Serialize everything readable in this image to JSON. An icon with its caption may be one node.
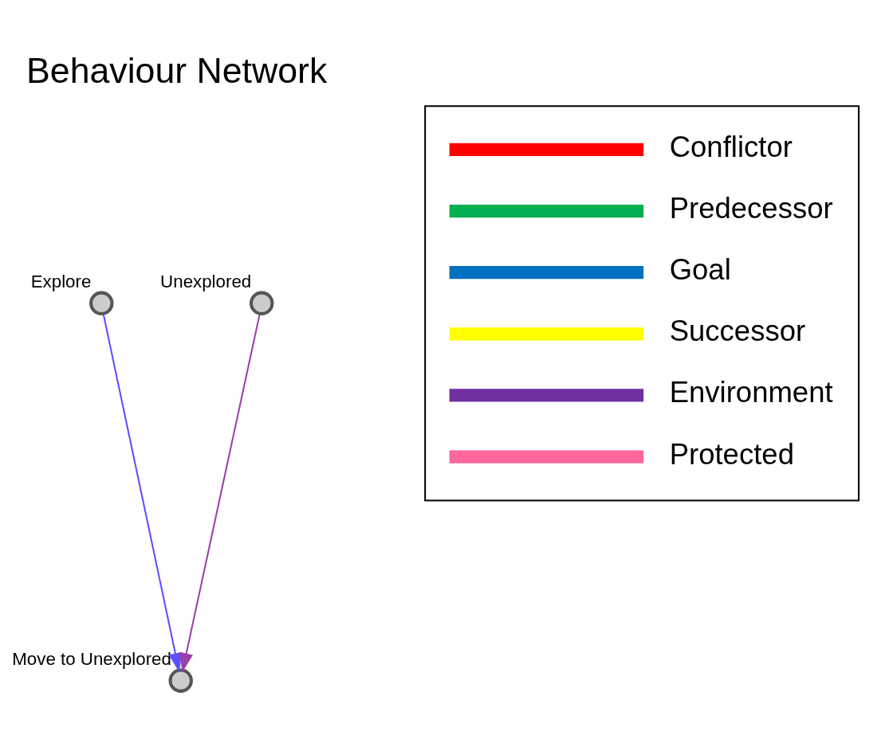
{
  "diagram": {
    "title": "Behaviour Network",
    "nodes": [
      {
        "text": [],
        "shape": "circle",
        "beside": [
          "Explore"
        ]
      },
      {
        "text": [],
        "shape": "circle",
        "beside": [
          "Move to Unexplored"
        ]
      },
      {
        "text": [],
        "shape": "circle",
        "beside": [
          "Unexplored"
        ]
      }
    ],
    "edges": [
      {
        "from": 0,
        "to": 1,
        "arrow": "to",
        "color": "#5b50ff"
      },
      {
        "from": 2,
        "to": 1,
        "arrow": "to",
        "color": "#9b40a8"
      }
    ],
    "legend": [
      {
        "text": "Conflictor",
        "color": "#ff0000"
      },
      {
        "text": "Predecessor",
        "color": "#00b050"
      },
      {
        "text": "Goal",
        "color": "#0070c0"
      },
      {
        "text": "Successor",
        "color": "#ffff00"
      },
      {
        "text": "Environment",
        "color": "#7030a0"
      },
      {
        "text": "Protected",
        "color": "#ff6699"
      }
    ]
  }
}
